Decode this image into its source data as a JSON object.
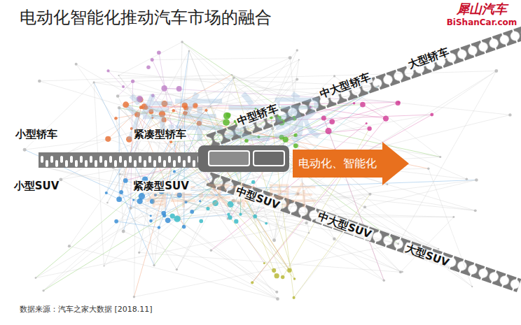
{
  "diagram": {
    "title": "电动化智能化推动汽车市场的融合",
    "caption": "数据来源：汽车之家大数据 [2018.11]",
    "nodes": [
      {
        "text": [
          "电动化、智能化"
        ]
      }
    ],
    "edges": [],
    "labels": [
      "汽车之家",
      "看车·买车·用车",
      "犀山汽车",
      "BiShanCar.com",
      "小型轿车",
      "紧凑型轿车",
      "中型轿车",
      "中大型轿车",
      "大型轿车",
      "小型SUV",
      "紧凑型SUV",
      "中型SUV",
      "中大型SUV",
      "大型SUV"
    ]
  }
}
